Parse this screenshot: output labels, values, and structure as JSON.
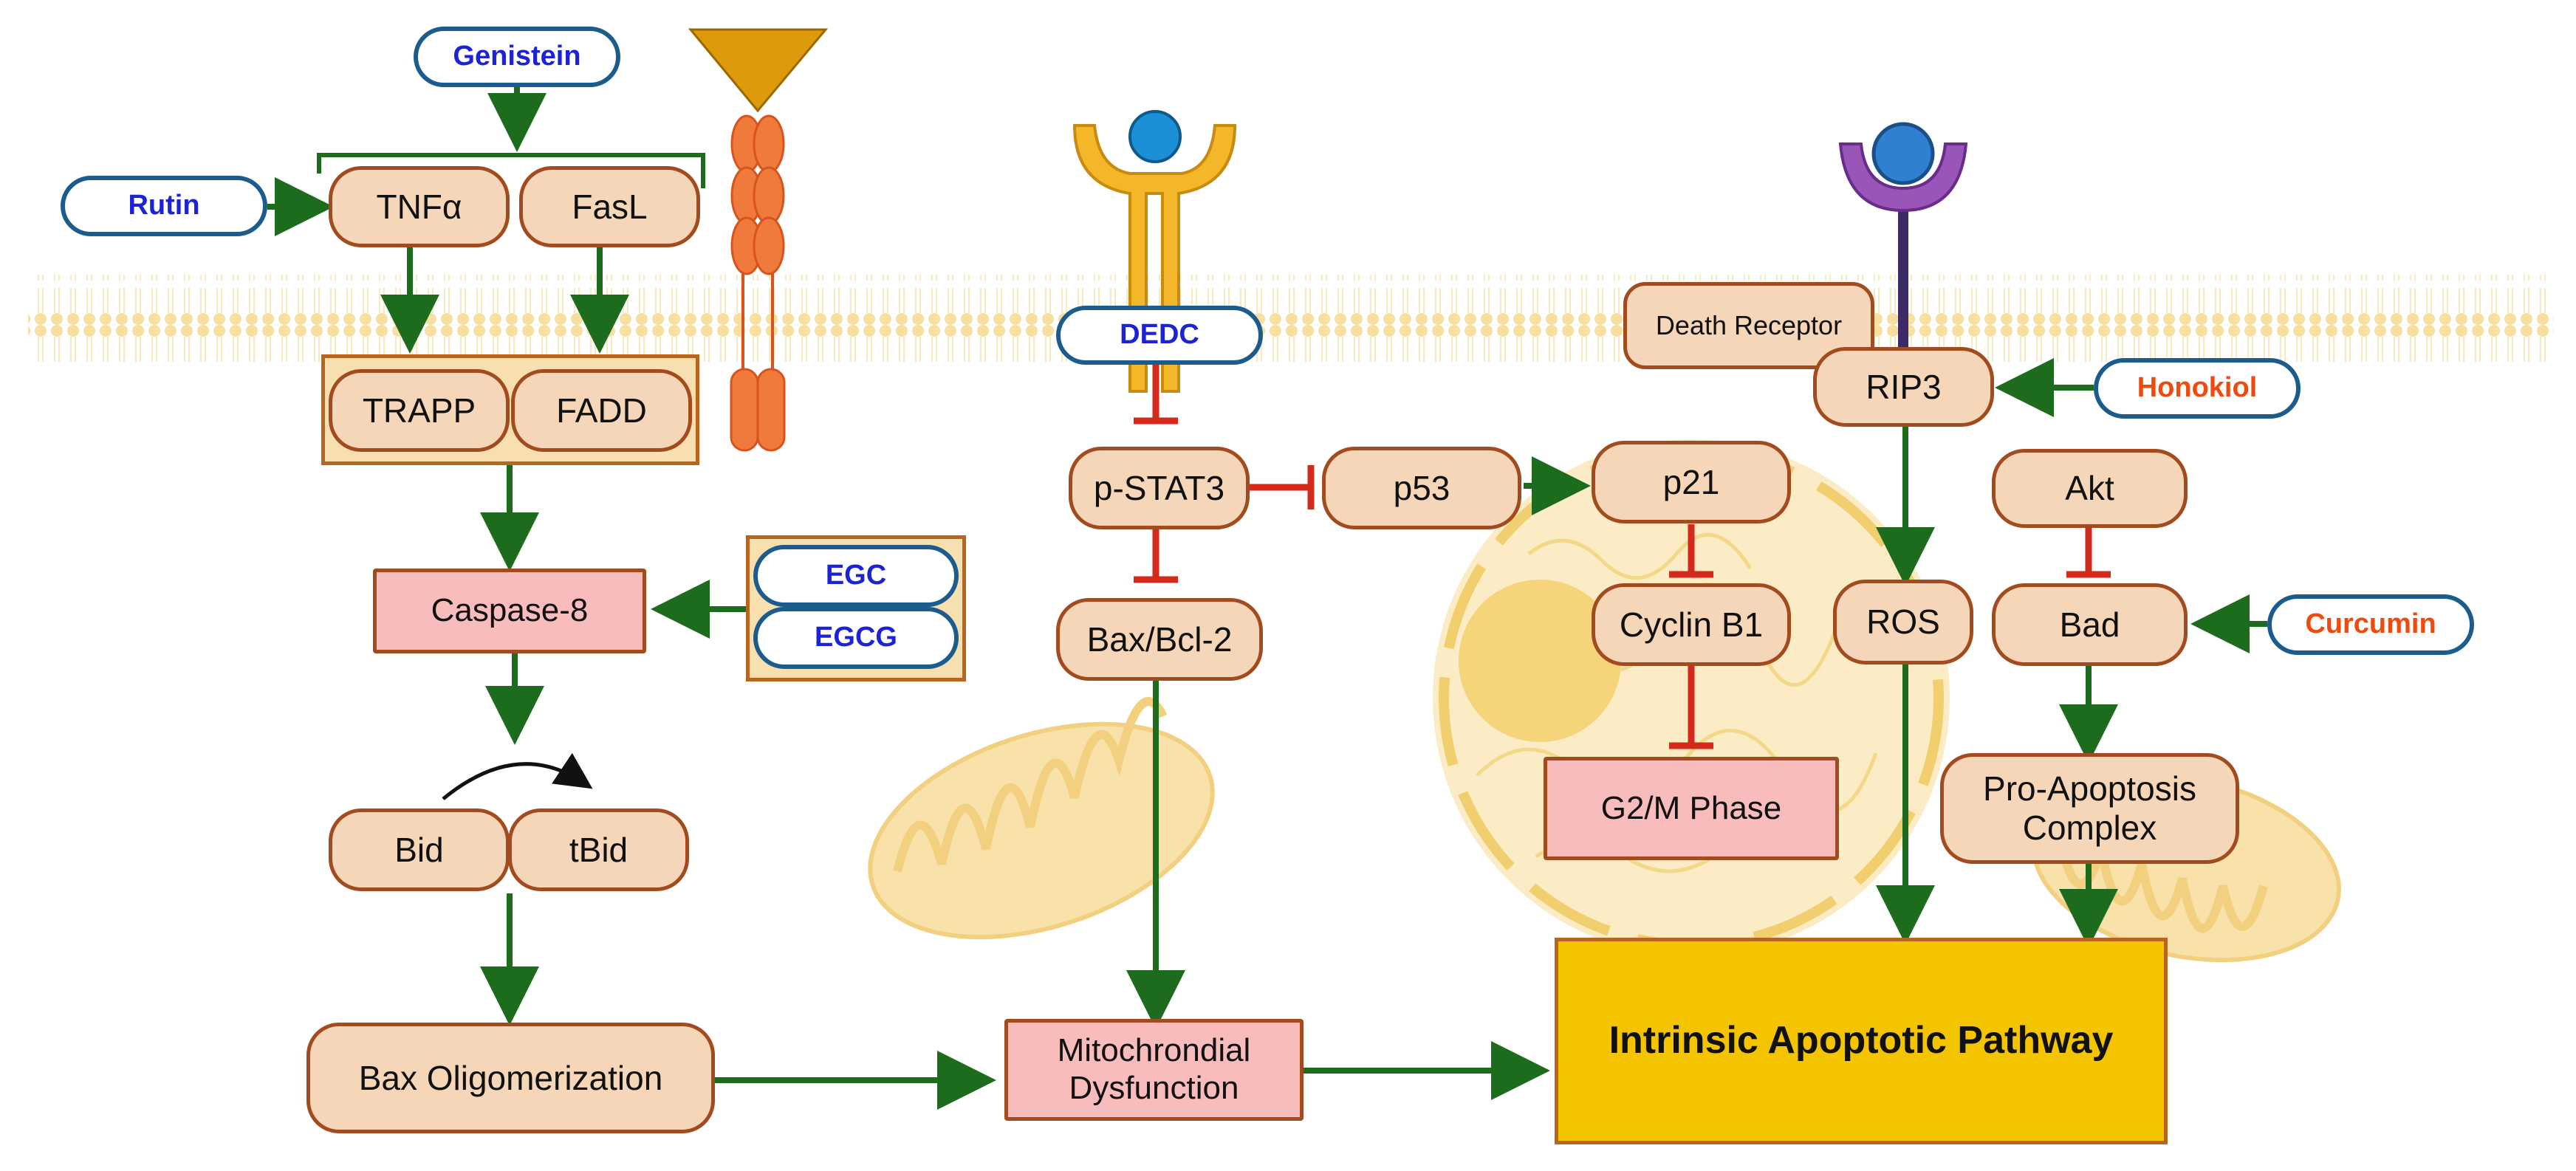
{
  "drugs": {
    "genistein": "Genistein",
    "rutin": "Rutin",
    "dedc": "DEDC",
    "egc": "EGC",
    "egcg": "EGCG",
    "honokiol": "Honokiol",
    "curcumin": "Curcumin"
  },
  "nodes": {
    "tnfa": "TNFα",
    "fasl": "FasL",
    "trapp": "TRAPP",
    "fadd": "FADD",
    "caspase8": "Caspase-8",
    "bid": "Bid",
    "tbid": "tBid",
    "bax_oligo": "Bax Oligomerization",
    "pstat3": "p-STAT3",
    "p53": "p53",
    "p21": "p21",
    "bax_bcl2": "Bax/Bcl-2",
    "cyclin_b1": "Cyclin B1",
    "g2m": "G2/M Phase",
    "mito_dys_1": "Mitochrondial",
    "mito_dys_2": "Dysfunction",
    "death_receptor": "Death Receptor",
    "rip3": "RIP3",
    "ros": "ROS",
    "akt": "Akt",
    "bad": "Bad",
    "pro_apop_1": "Pro-Apoptosis",
    "pro_apop_2": "Complex",
    "intrinsic": "Intrinsic Apoptotic Pathway"
  },
  "colors": {
    "activation": "#1d6b1d",
    "inhibition": "#d42a1c",
    "node_fill": "#f5d6b8",
    "node_border": "#a24b1e",
    "pink_fill": "#f8bcbc",
    "pathway_fill": "#f4c400",
    "membrane": "#f7e0a6"
  }
}
